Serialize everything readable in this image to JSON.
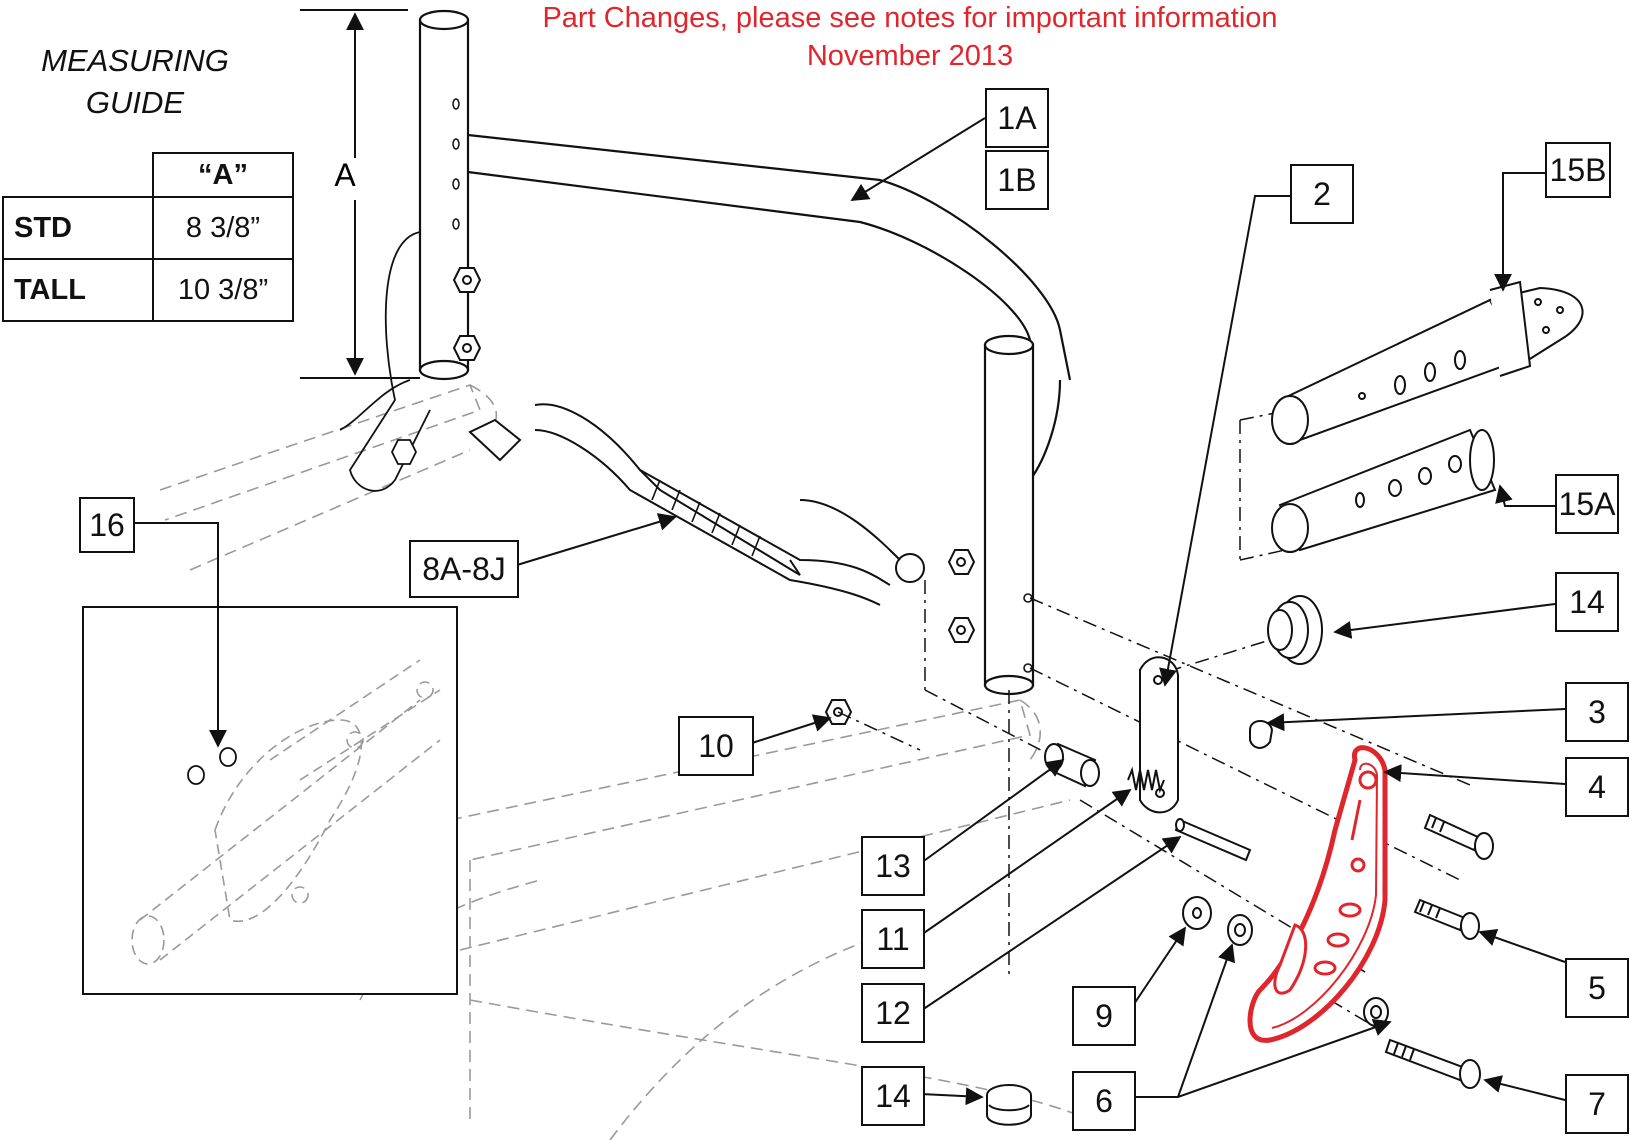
{
  "notice": {
    "line1": "Part Changes, please see notes for important information",
    "line2": "November 2013"
  },
  "measuring_guide": {
    "title_line1": "MEASURING",
    "title_line2": "GUIDE",
    "column_header": "“A”",
    "rows": [
      {
        "label": "STD",
        "value": "8 3/8”"
      },
      {
        "label": "TALL",
        "value": "10 3/8”"
      }
    ]
  },
  "dimension_label": "A",
  "callouts": {
    "c1A": "1A",
    "c1B": "1B",
    "c2": "2",
    "c15B": "15B",
    "c15A": "15A",
    "c14a": "14",
    "c3": "3",
    "c4": "4",
    "c5": "5",
    "c7": "7",
    "c6": "6",
    "c9": "9",
    "c12": "12",
    "c11": "11",
    "c13": "13",
    "c10": "10",
    "c8": "8A-8J",
    "c16": "16",
    "c14b": "14"
  },
  "colors": {
    "highlight": "#e0262d",
    "line": "#111111",
    "ghost": "#9a9a9a"
  }
}
